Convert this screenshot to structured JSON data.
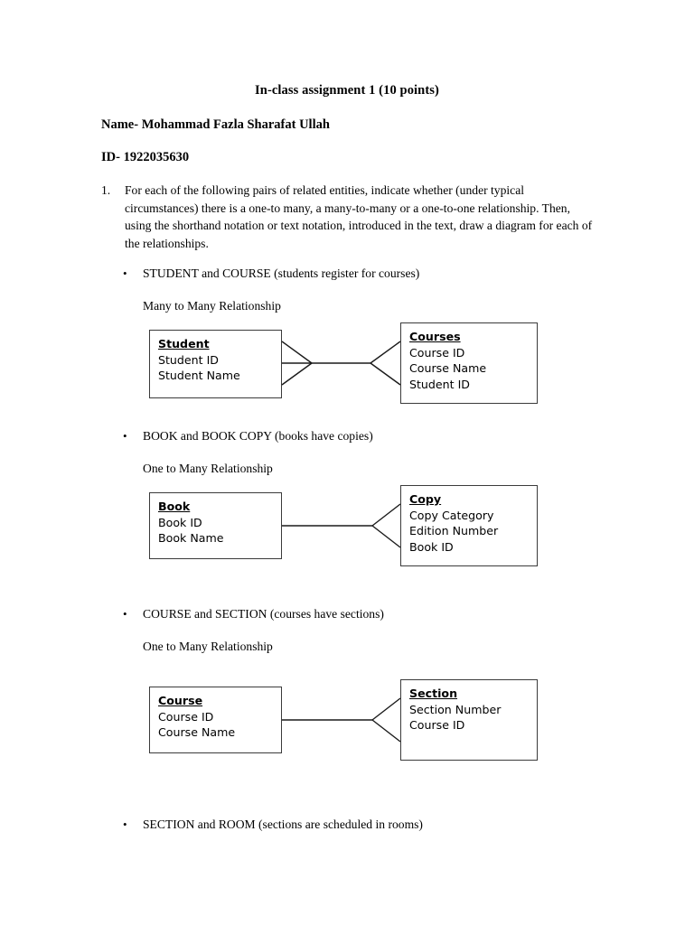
{
  "document": {
    "title": "In-class assignment 1 (10 points)",
    "name_line": "Name- Mohammad Fazla Sharafat Ullah",
    "id_line": "ID- 1922035630",
    "question_number": "1.",
    "question_text": "For each of the following pairs of related entities, indicate whether (under typical circumstances) there is a one-to many, a many-to-many or a one-to-one relationship. Then, using the shorthand notation or text notation, introduced in the text, draw a diagram for each of the relationships.",
    "bullet_glyph": "•"
  },
  "items": [
    {
      "bullet": "STUDENT and COURSE (students register for courses)",
      "relationship": "Many to Many Relationship",
      "cardinality": "many-to-many",
      "left_entity": {
        "title": "Student",
        "attributes": [
          "Student ID",
          "Student Name"
        ]
      },
      "right_entity": {
        "title": "Courses",
        "attributes": [
          "Course ID",
          "Course Name",
          "Student ID"
        ]
      }
    },
    {
      "bullet": "BOOK and BOOK COPY (books have copies)",
      "relationship": "One to Many Relationship",
      "cardinality": "one-to-many",
      "left_entity": {
        "title": "Book",
        "attributes": [
          "Book ID",
          "Book Name"
        ]
      },
      "right_entity": {
        "title": "Copy",
        "attributes": [
          "Copy Category",
          "Edition Number",
          "Book ID"
        ]
      }
    },
    {
      "bullet": "COURSE and SECTION (courses have sections)",
      "relationship": "One to Many Relationship",
      "cardinality": "one-to-many",
      "left_entity": {
        "title": "Course",
        "attributes": [
          "Course ID",
          "Course Name"
        ]
      },
      "right_entity": {
        "title": "Section",
        "attributes": [
          "Section Number",
          "Course ID"
        ]
      }
    },
    {
      "bullet": "SECTION and ROOM (sections are scheduled in rooms)",
      "relationship": null,
      "cardinality": null,
      "left_entity": null,
      "right_entity": null
    }
  ]
}
